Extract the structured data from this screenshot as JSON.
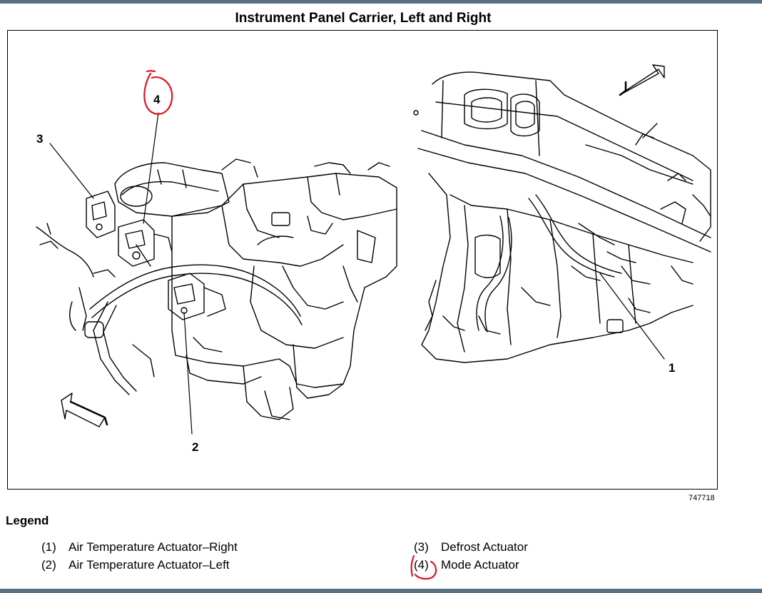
{
  "title": "Instrument Panel Carrier, Left and Right",
  "figure_id": "747718",
  "callouts": {
    "c1": "1",
    "c2": "2",
    "c3": "3",
    "c4": "4",
    "c4_handwritten": "4"
  },
  "legend": {
    "heading": "Legend",
    "items": [
      {
        "num": "(1)",
        "label": "Air Temperature Actuator–Right"
      },
      {
        "num": "(2)",
        "label": "Air Temperature Actuator–Left"
      },
      {
        "num": "(3)",
        "label": "Defrost Actuator"
      },
      {
        "num": "(4)",
        "label": "Mode Actuator"
      }
    ]
  },
  "colors": {
    "annotation": "#e0141e",
    "frame_bar": "#5b6f83"
  }
}
